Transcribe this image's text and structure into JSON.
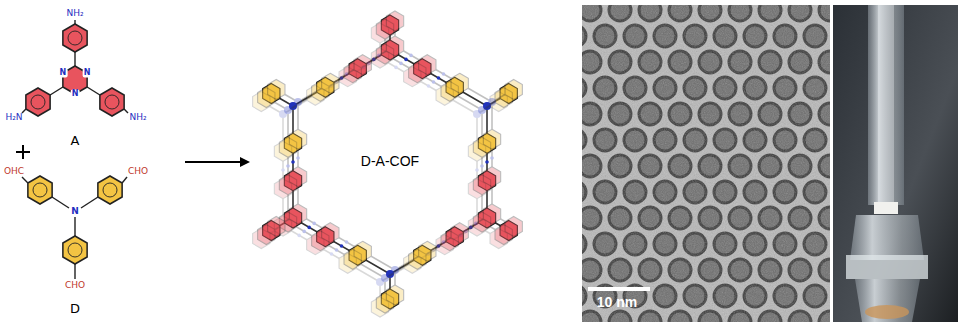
{
  "diagram": {
    "labels": [
      "NH₂",
      "H₂N",
      "NH₂",
      "N",
      "N",
      "N",
      "A",
      "OHC",
      "N",
      "CHO",
      "CHO",
      "D",
      "D-A-COF",
      "10 nm"
    ]
  }
}
